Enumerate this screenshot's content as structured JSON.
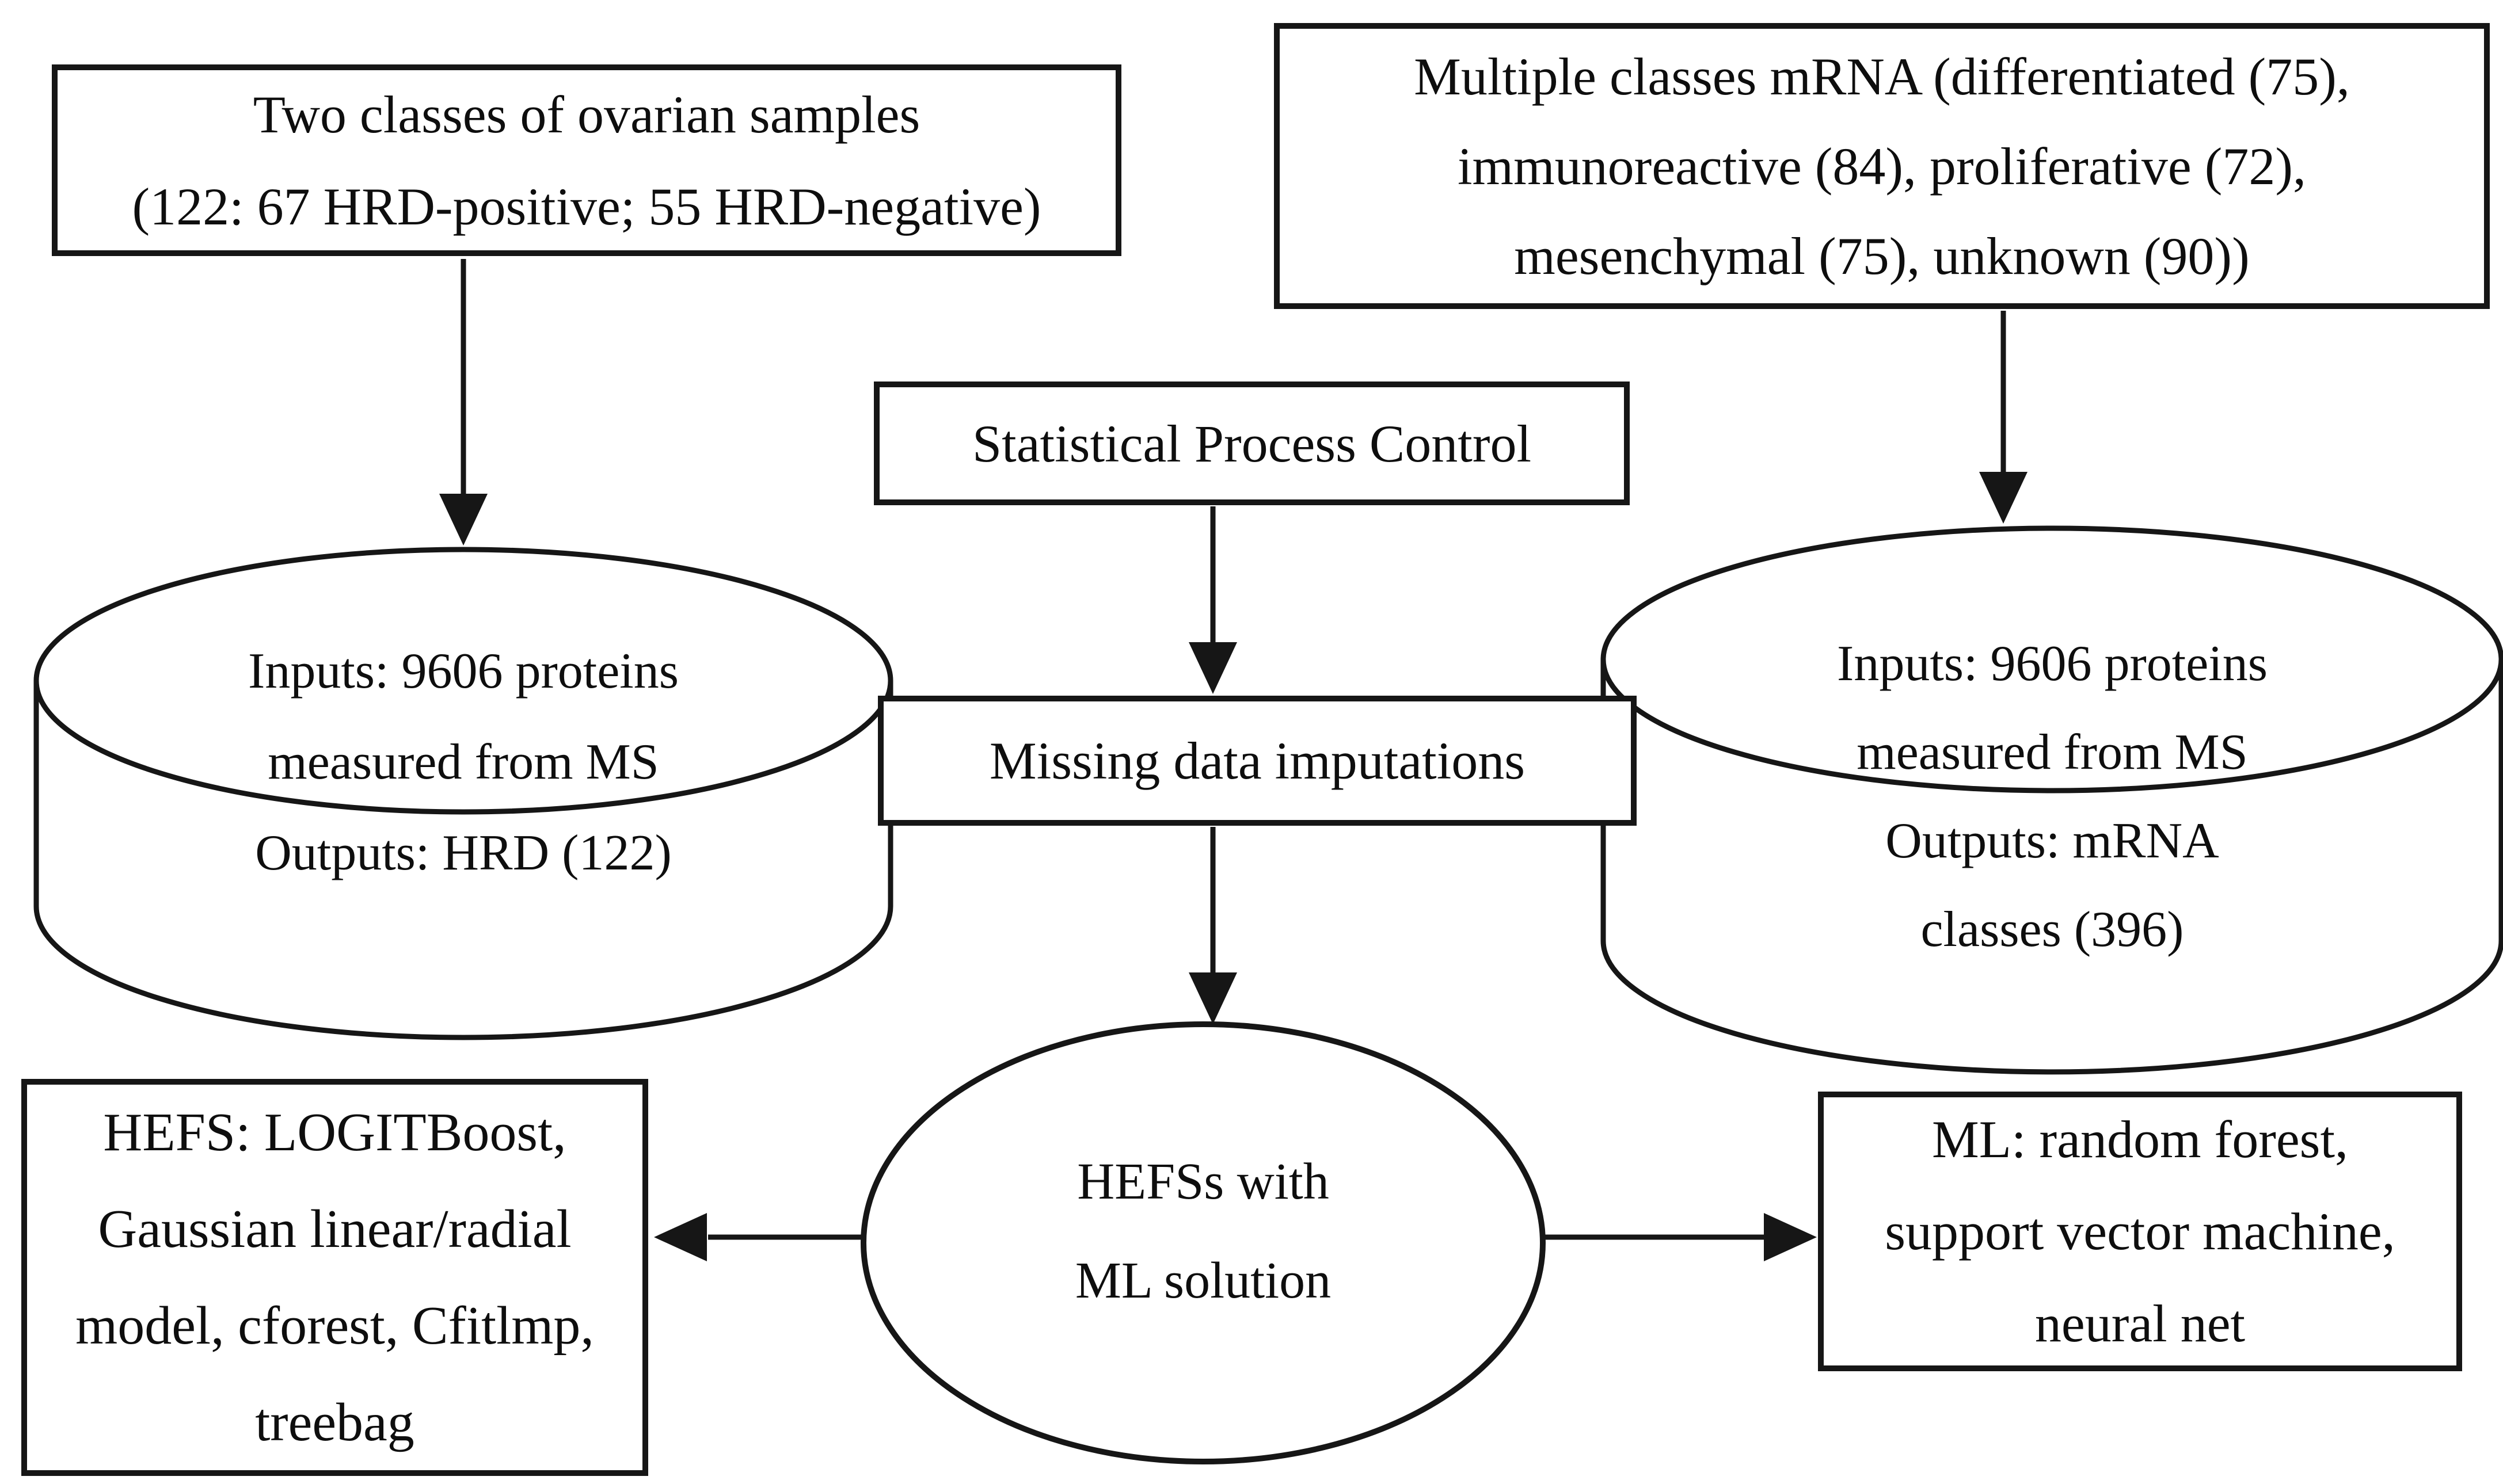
{
  "diagram": {
    "title": "HEFS with ML workflow for ovarian cancer proteomics",
    "palette": {
      "background": "#ffffff",
      "ink": "#161616"
    },
    "nodes": {
      "ovarian_samples": {
        "shape": "rectangle",
        "text": "Two classes of ovarian samples\n(122: 67 HRD-positive; 55 HRD-negative)"
      },
      "mrna_classes": {
        "shape": "rectangle",
        "text": "Multiple classes mRNA (differentiated (75),\nimmunoreactive (84), proliferative (72),\nmesenchymal (75), unknown (90))"
      },
      "spc": {
        "shape": "rectangle",
        "text": "Statistical Process Control"
      },
      "missing_data": {
        "shape": "rectangle",
        "text": "Missing data imputations"
      },
      "hrd_database": {
        "shape": "cylinder",
        "text": "Inputs: 9606 proteins\nmeasured from MS\nOutputs: HRD (122)"
      },
      "mrna_database": {
        "shape": "cylinder",
        "text": "Inputs: 9606 proteins\nmeasured from MS\nOutputs: mRNA\nclasses (396)"
      },
      "hefs_ml": {
        "shape": "ellipse",
        "text": "HEFSs with\nML solution"
      },
      "hefs_methods": {
        "shape": "rectangle",
        "text": "HEFS: LOGITBoost,\nGaussian linear/radial\nmodel, cforest, Cfitlmp,\ntreebag"
      },
      "ml_methods": {
        "shape": "rectangle",
        "text": "ML: random forest,\nsupport vector machine,\nneural net"
      }
    },
    "edges": [
      {
        "from": "ovarian_samples",
        "to": "hrd_database",
        "direction": "down"
      },
      {
        "from": "mrna_classes",
        "to": "mrna_database",
        "direction": "down"
      },
      {
        "from": "spc",
        "to": "missing_data",
        "direction": "down"
      },
      {
        "from": "missing_data",
        "to": "hefs_ml",
        "direction": "down"
      },
      {
        "from": "hefs_ml",
        "to": "hefs_methods",
        "direction": "left"
      },
      {
        "from": "hefs_ml",
        "to": "ml_methods",
        "direction": "right"
      }
    ]
  }
}
